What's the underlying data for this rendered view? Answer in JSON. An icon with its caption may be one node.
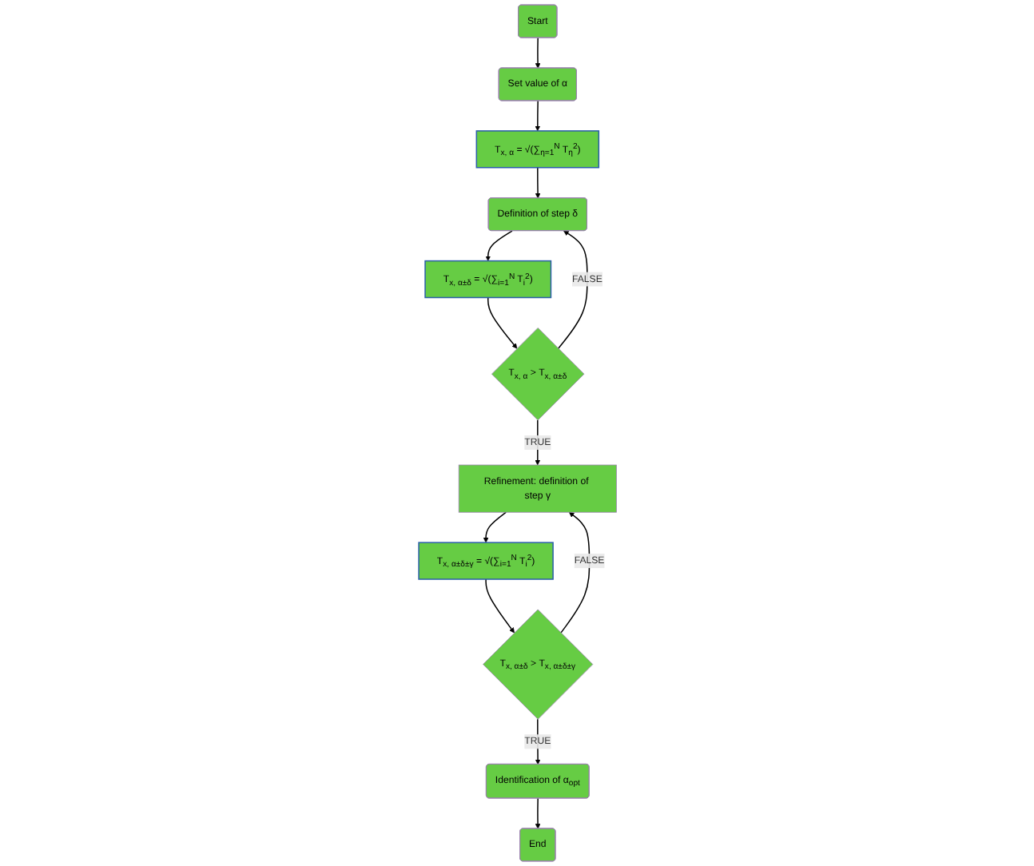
{
  "diagram": {
    "nodes": [
      {
        "text": [
          "Start"
        ]
      },
      {
        "text": [
          "Set value of α"
        ]
      },
      {
        "text": [
          "T$_{x, α}$ = √(∑$_{η=1}$$^{N}$ T$_{η}$$^{2}$)"
        ]
      },
      {
        "text": [
          "Definition of step δ"
        ]
      },
      {
        "text": [
          "T$_{x, α±δ}$ = √(∑$_{i=1}$$^{N}$ T$_{i}$$^{2}$)"
        ]
      },
      {
        "text": [
          "T$_{x, α}$ > T$_{x, α±δ}$"
        ]
      },
      {
        "text": [
          "Refinement: definition of step γ"
        ]
      },
      {
        "text": [
          "T$_{x, α±δ±γ}$ = √(∑$_{i=1}$$^{N}$ T$_{i}$$^{2}$)"
        ]
      },
      {
        "text": [
          "T$_{x, α±δ}$ > T$_{x, α±δ±γ}$"
        ]
      },
      {
        "text": [
          "Identification of α$_{opt}$"
        ]
      },
      {
        "text": [
          "End"
        ]
      }
    ],
    "edges": [
      {
        "from": 0,
        "to": 1,
        "arrow": "to"
      },
      {
        "from": 1,
        "to": 2,
        "arrow": "to"
      },
      {
        "from": 2,
        "to": 3,
        "arrow": "to"
      },
      {
        "from": 3,
        "to": 4,
        "arrow": "to"
      },
      {
        "from": 4,
        "to": 5,
        "arrow": "to"
      },
      {
        "from": 5,
        "to": 3,
        "arrow": "to",
        "label": "FALSE"
      },
      {
        "from": 5,
        "to": 6,
        "arrow": "to",
        "label": "TRUE"
      },
      {
        "from": 6,
        "to": 7,
        "arrow": "to"
      },
      {
        "from": 7,
        "to": 8,
        "arrow": "to"
      },
      {
        "from": 8,
        "to": 6,
        "arrow": "to",
        "label": "FALSE"
      },
      {
        "from": 8,
        "to": 9,
        "arrow": "to",
        "label": "TRUE"
      },
      {
        "from": 9,
        "to": 10,
        "arrow": "to"
      }
    ]
  }
}
